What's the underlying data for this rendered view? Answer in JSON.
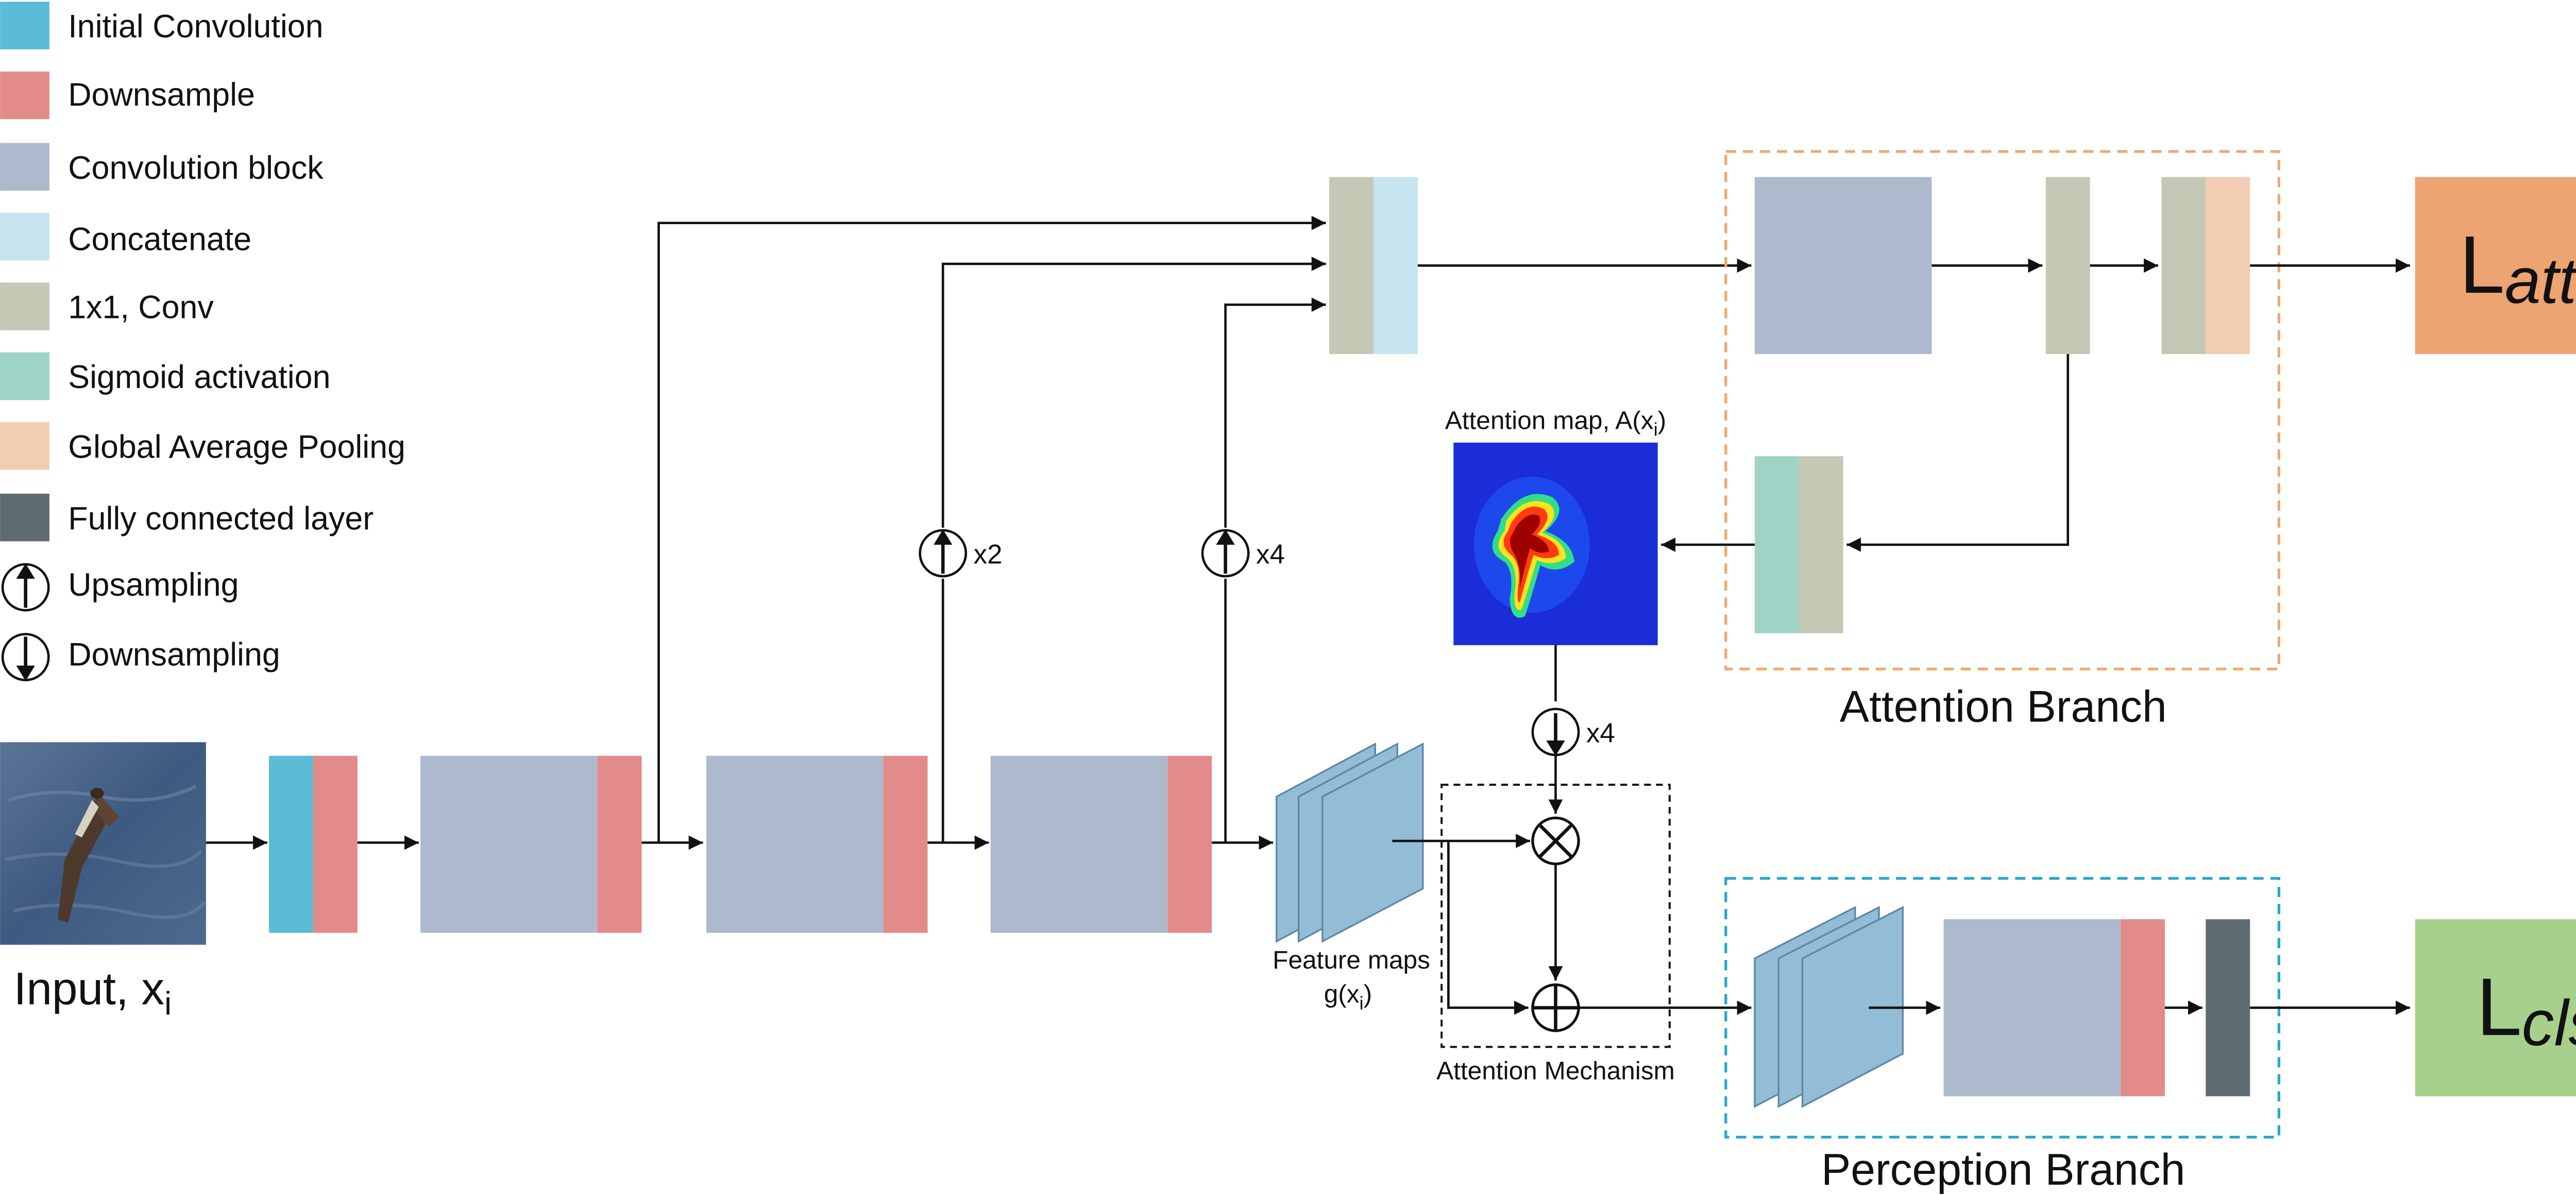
{
  "legend": [
    {
      "label": "Initial Convolution",
      "color": "#5bbcd6"
    },
    {
      "label": "Downsample",
      "color": "#e38b8b"
    },
    {
      "label": "Convolution block",
      "color": "#adb9cc"
    },
    {
      "label": "Concatenate",
      "color": "#c6e4ef"
    },
    {
      "label": "1x1, Conv",
      "color": "#c4c8b4"
    },
    {
      "label": "Sigmoid activation",
      "color": "#9ed3c6"
    },
    {
      "label": "Global Average Pooling",
      "color": "#f2cdb3"
    },
    {
      "label": "Fully connected layer",
      "color": "#5e6b70"
    },
    {
      "label": "Upsampling",
      "icon": "up-arrow-circle-icon"
    },
    {
      "label": "Downsampling",
      "icon": "down-arrow-circle-icon"
    }
  ],
  "input_label": "Input, x",
  "input_subscript": "i",
  "feature_maps": {
    "line1": "Feature maps",
    "line2": "g(x",
    "sub": "i",
    "close": ")"
  },
  "attention_map": {
    "label": "Attention map, A(x",
    "sub": "i",
    "close": ")"
  },
  "attention_mechanism_label": "Attention Mechanism",
  "attention_branch_label": "Attention Branch",
  "perception_branch_label": "Perception Branch",
  "upsample_factors": {
    "first": "x2",
    "second": "x4"
  },
  "downsample_factor": "x4",
  "loss_attn": {
    "main": "L",
    "sub": "attn",
    "color": "#eda372"
  },
  "loss_cls": {
    "main": "L",
    "sub": "cls",
    "color": "#a8d08d"
  },
  "colors": {
    "init_conv": "#5bbcd6",
    "downsample": "#e38b8b",
    "conv_block": "#adb9cc",
    "concat": "#c6e4ef",
    "conv1x1": "#c4c8b4",
    "sigmoid": "#9ed3c6",
    "gap": "#f2cdb3",
    "fc": "#5e6b70",
    "feature_map": "#93bcd6",
    "attention_branch_border": "#f0a672",
    "perception_branch_border": "#2aa6cf"
  }
}
